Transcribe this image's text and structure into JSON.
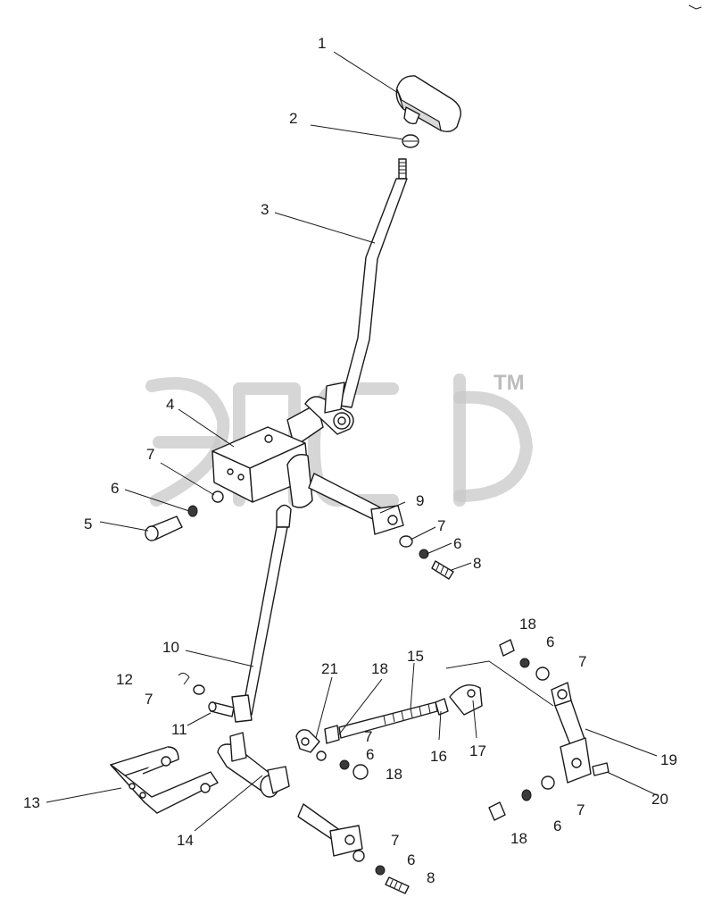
{
  "watermark": {
    "brand": "эпф",
    "tm": "TM"
  },
  "callouts": [
    {
      "id": "c1",
      "text": "1"
    },
    {
      "id": "c2",
      "text": "2"
    },
    {
      "id": "c3",
      "text": "3"
    },
    {
      "id": "c4",
      "text": "4"
    },
    {
      "id": "c5",
      "text": "5"
    },
    {
      "id": "c6a",
      "text": "6"
    },
    {
      "id": "c7a",
      "text": "7"
    },
    {
      "id": "c9",
      "text": "9"
    },
    {
      "id": "c7b",
      "text": "7"
    },
    {
      "id": "c6b",
      "text": "6"
    },
    {
      "id": "c8a",
      "text": "8"
    },
    {
      "id": "c10",
      "text": "10"
    },
    {
      "id": "c12",
      "text": "12"
    },
    {
      "id": "c7c",
      "text": "7"
    },
    {
      "id": "c11",
      "text": "11"
    },
    {
      "id": "c13",
      "text": "13"
    },
    {
      "id": "c14",
      "text": "14"
    },
    {
      "id": "c21",
      "text": "21"
    },
    {
      "id": "c18a",
      "text": "18"
    },
    {
      "id": "c15",
      "text": "15"
    },
    {
      "id": "c7d",
      "text": "7"
    },
    {
      "id": "c6c",
      "text": "6"
    },
    {
      "id": "c18b",
      "text": "18"
    },
    {
      "id": "c16",
      "text": "16"
    },
    {
      "id": "c17",
      "text": "17"
    },
    {
      "id": "c18c",
      "text": "18"
    },
    {
      "id": "c6d",
      "text": "6"
    },
    {
      "id": "c7e",
      "text": "7"
    },
    {
      "id": "c19",
      "text": "19"
    },
    {
      "id": "c20",
      "text": "20"
    },
    {
      "id": "c7f",
      "text": "7"
    },
    {
      "id": "c6e",
      "text": "6"
    },
    {
      "id": "c18d",
      "text": "18"
    },
    {
      "id": "c7g",
      "text": "7"
    },
    {
      "id": "c6f",
      "text": "6"
    },
    {
      "id": "c8b",
      "text": "8"
    }
  ]
}
